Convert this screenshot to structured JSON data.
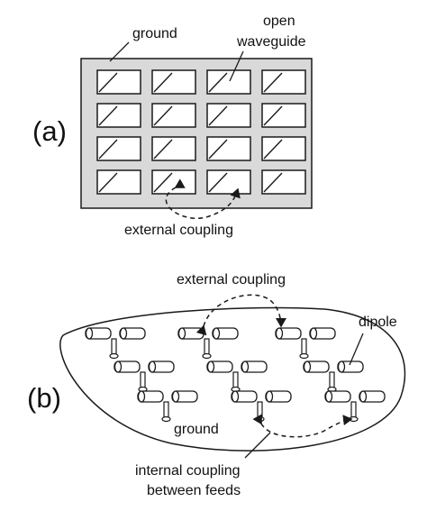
{
  "panel_a": {
    "label": "(a)",
    "ground_label": "ground",
    "waveguide_label_line1": "open",
    "waveguide_label_line2": "waveguide",
    "coupling_label": "external coupling",
    "grid": {
      "rows": 4,
      "cols": 4
    }
  },
  "panel_b": {
    "label": "(b)",
    "coupling_label": "external coupling",
    "dipole_label": "dipole",
    "ground_label": "ground",
    "internal_label_line1": "internal coupling",
    "internal_label_line2": "between feeds"
  },
  "colors": {
    "ground_fill": "#d9d9d9",
    "cell_fill": "#ffffff",
    "stroke": "#1a1a1a"
  }
}
